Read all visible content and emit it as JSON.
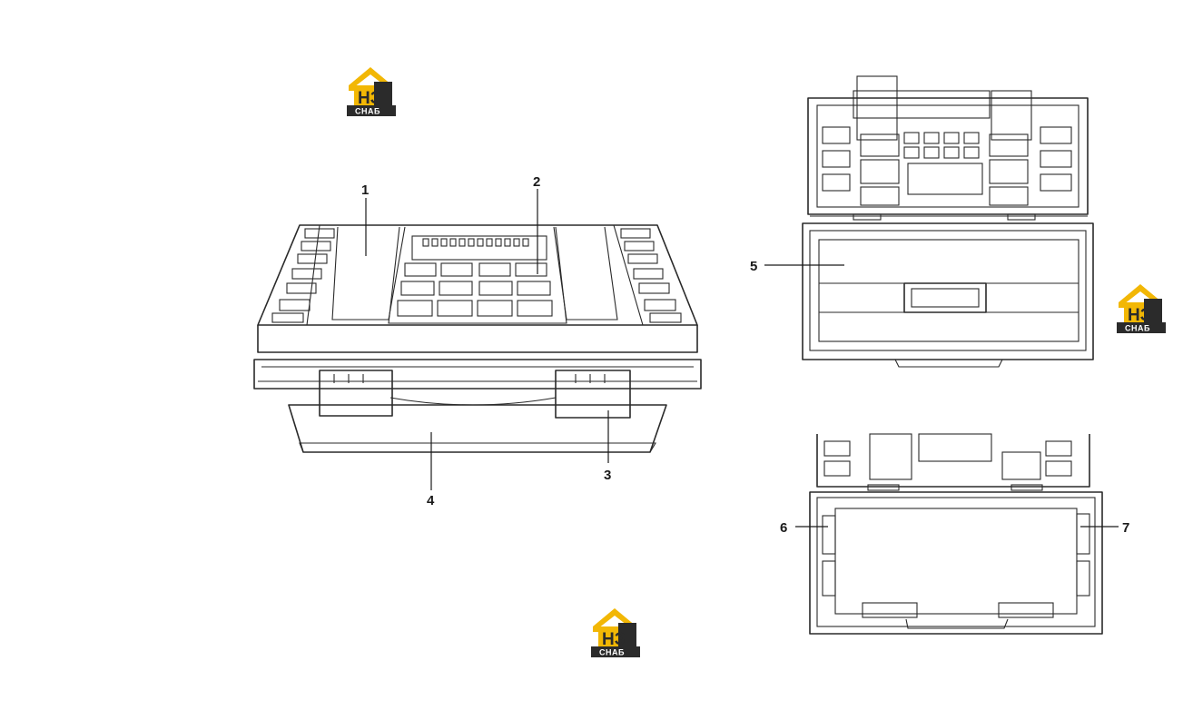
{
  "logo": {
    "top_text": "НЗ",
    "bottom_text": "СНАБ",
    "colors": {
      "roof": "#f2b705",
      "dark": "#2b2b2b",
      "text_light": "#ffffff"
    }
  },
  "callouts": [
    "1",
    "2",
    "3",
    "4",
    "5",
    "6",
    "7"
  ],
  "colors": {
    "line": "#2a2a2a",
    "background": "#ffffff"
  }
}
